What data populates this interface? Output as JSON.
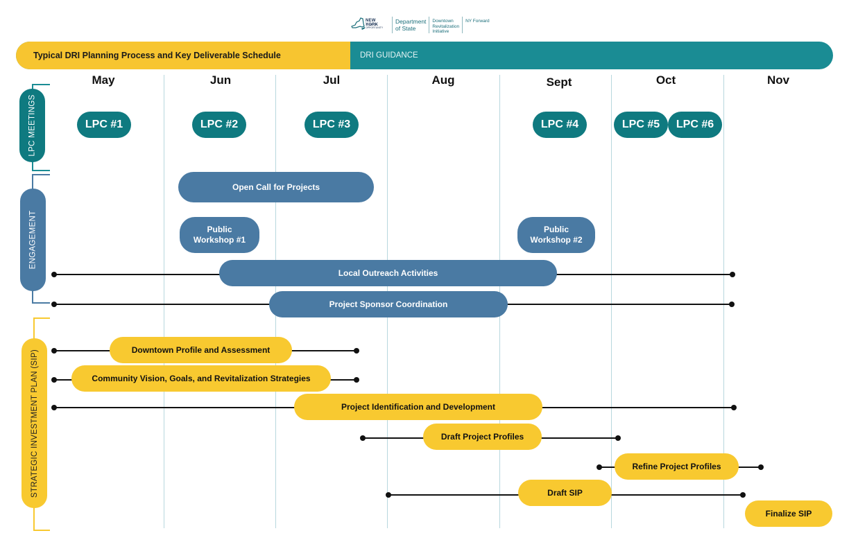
{
  "logo": {
    "ny_name": "NEW YORK",
    "ny_sub": "STATE OF OPPORTUNITY",
    "department": [
      "Department",
      "of State"
    ],
    "dri": [
      "Downtown",
      "Revitalization",
      "Initiative"
    ],
    "nyf": "NY Forward"
  },
  "header": {
    "title": "Typical DRI Planning Process and Key Deliverable Schedule",
    "guidance": "DRI GUIDANCE"
  },
  "months": [
    "May",
    "Jun",
    "Jul",
    "Aug",
    "Sept",
    "Oct",
    "Nov"
  ],
  "sections": {
    "lpc": "LPC MEETINGS",
    "engagement": "ENGAGEMENT",
    "sip": "STRATEGIC INVESTMENT PLAN (SIP)"
  },
  "lpc_meetings": [
    "LPC #1",
    "LPC #2",
    "LPC #3",
    "LPC #4",
    "LPC #5",
    "LPC #6"
  ],
  "engagement": {
    "open_call": "Open Call for Projects",
    "workshop1": [
      "Public",
      "Workshop #1"
    ],
    "workshop2": [
      "Public",
      "Workshop #2"
    ],
    "outreach": "Local Outreach Activities",
    "sponsor": "Project Sponsor Coordination"
  },
  "sip": {
    "profile": "Downtown Profile and Assessment",
    "vision": "Community Vision, Goals, and Revitalization Strategies",
    "identification": "Project Identification and Development",
    "draft_profiles": "Draft Project Profiles",
    "refine_profiles": "Refine Project Profiles",
    "draft_sip": "Draft SIP",
    "finalize_sip": "Finalize SIP"
  },
  "colors": {
    "teal": "#1a8c94",
    "lpc_teal": "#0f7a80",
    "engagement_blue": "#4a7aa3",
    "sip_yellow": "#f8c930",
    "grid": "#b7d7de"
  }
}
